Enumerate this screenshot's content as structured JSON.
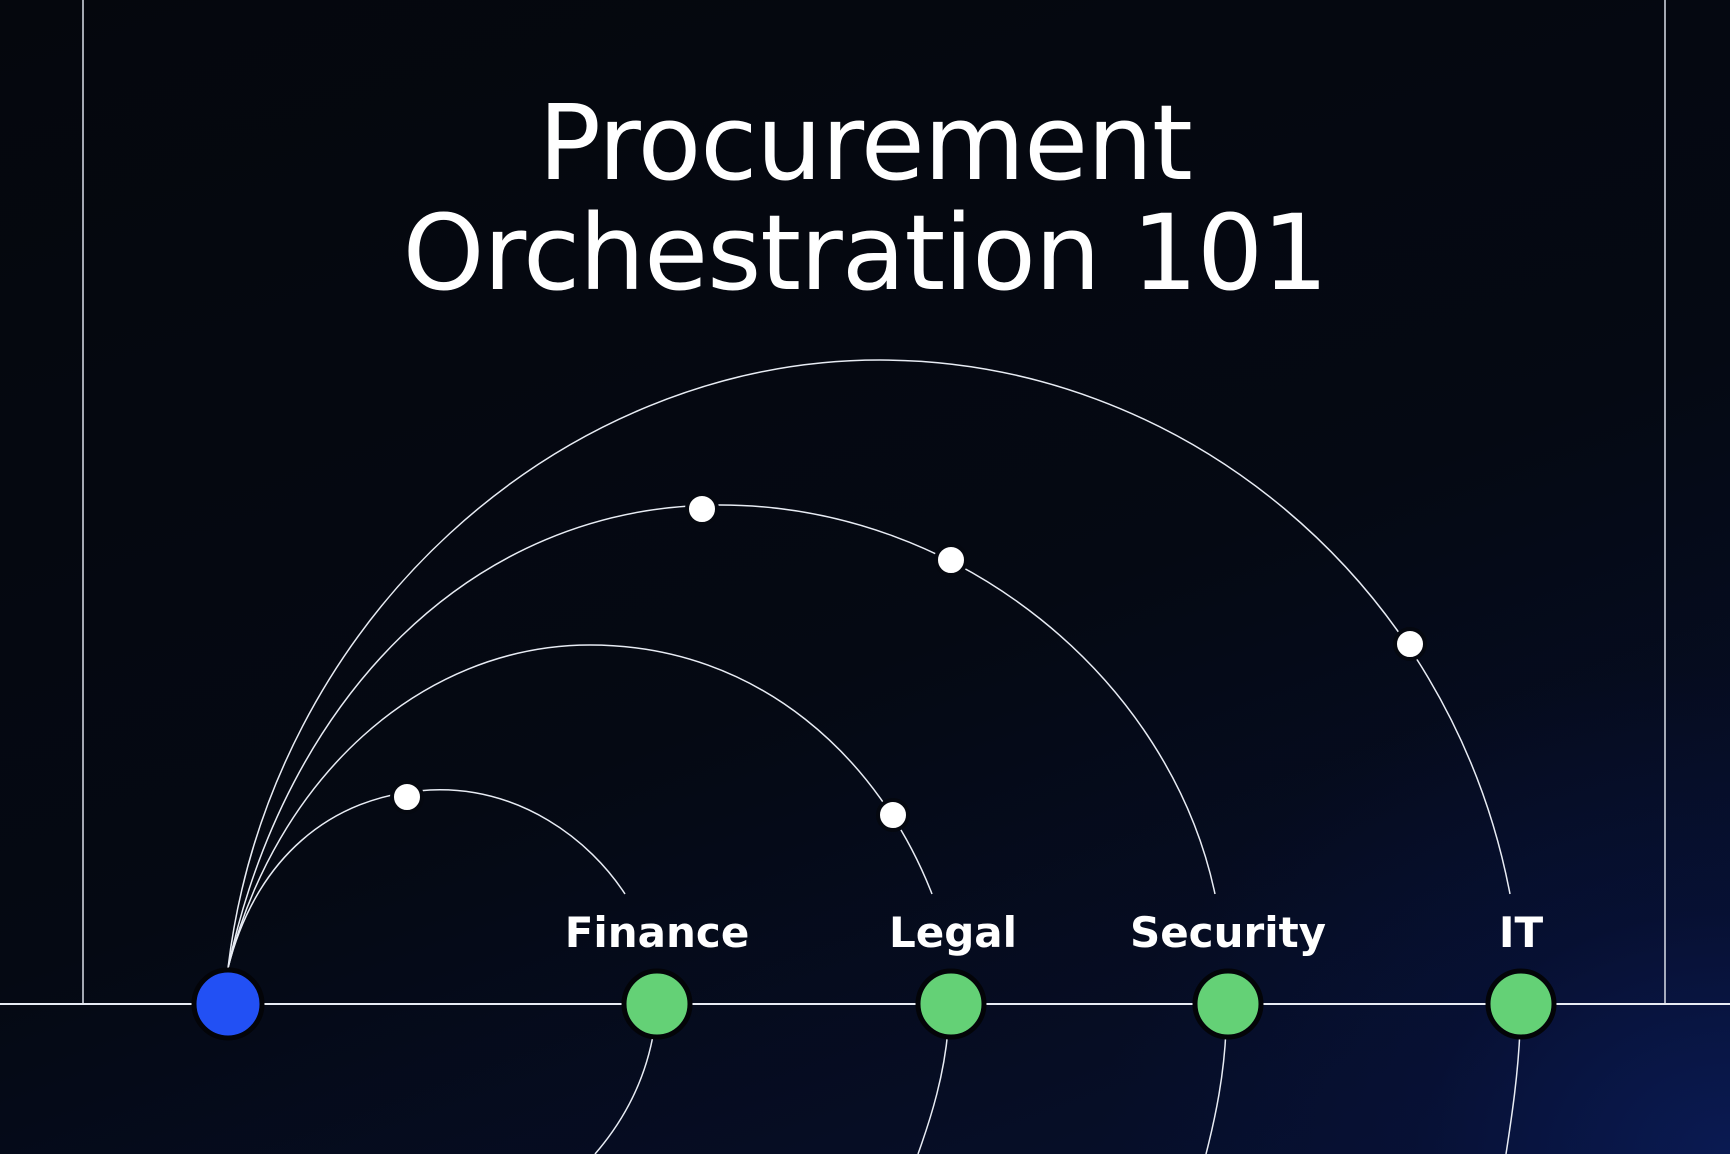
{
  "title": {
    "line1": "Procurement",
    "line2": "Orchestration 101"
  },
  "nodes": {
    "finance": "Finance",
    "legal": "Legal",
    "security": "Security",
    "it": "IT"
  },
  "colors": {
    "background": "#050810",
    "glow": "#0a1a52",
    "line": "#e8ecf4",
    "origin_node": "#2250f4",
    "department_node": "#64d176",
    "waypoint": "#ffffff",
    "text": "#ffffff"
  }
}
